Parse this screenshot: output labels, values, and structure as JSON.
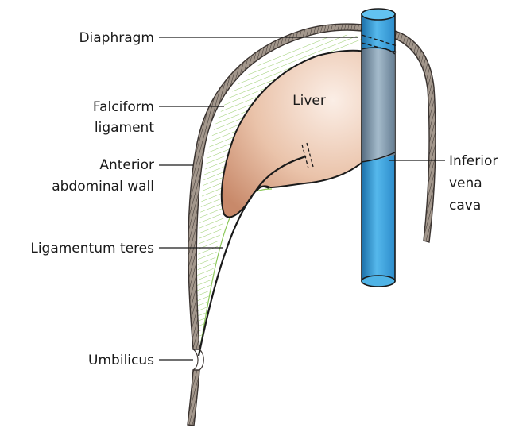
{
  "labels": {
    "diaphragm": "Diaphragm",
    "falciform_1": "Falciform",
    "falciform_2": "ligament",
    "anterior_1": "Anterior",
    "anterior_2": "abdominal wall",
    "ligamentum_teres": "Ligamentum teres",
    "umbilicus": "Umbilicus",
    "liver": "Liver",
    "ivc_1": "Inferior",
    "ivc_2": "vena",
    "ivc_3": "cava"
  },
  "colors": {
    "wall_fill": "#a3978c",
    "wall_stroke": "#3a3330",
    "ligament_green": "#8cc85a",
    "liver_fill": "#e0b49a",
    "ivc_blue": "#3aa3dd",
    "ivc_dark": "#1b6fa8",
    "text": "#1a1a1a"
  }
}
